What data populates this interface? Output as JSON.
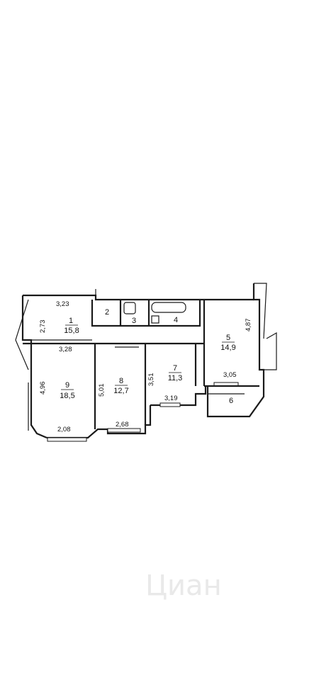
{
  "rooms": [
    {
      "id": "1",
      "number": "1",
      "area": "15,8"
    },
    {
      "id": "2",
      "number": "2",
      "area": ""
    },
    {
      "id": "3",
      "number": "3",
      "area": ""
    },
    {
      "id": "4",
      "number": "4",
      "area": ""
    },
    {
      "id": "5",
      "number": "5",
      "area": "14,9"
    },
    {
      "id": "6",
      "number": "6",
      "area": ""
    },
    {
      "id": "7",
      "number": "7",
      "area": "11,3"
    },
    {
      "id": "8",
      "number": "8",
      "area": "12,7"
    },
    {
      "id": "9",
      "number": "9",
      "area": "18,5"
    }
  ],
  "dimensions": {
    "d_3_23": "3,23",
    "d_2_73": "2,73",
    "d_3_28": "3,28",
    "d_4_96": "4,96",
    "d_2_08": "2,08",
    "d_5_01": "5,01",
    "d_2_68": "2,68",
    "d_3_51": "3,51",
    "d_3_19": "3,19",
    "d_3_05": "3,05",
    "d_4_87": "4,87"
  },
  "watermark": "Циан"
}
